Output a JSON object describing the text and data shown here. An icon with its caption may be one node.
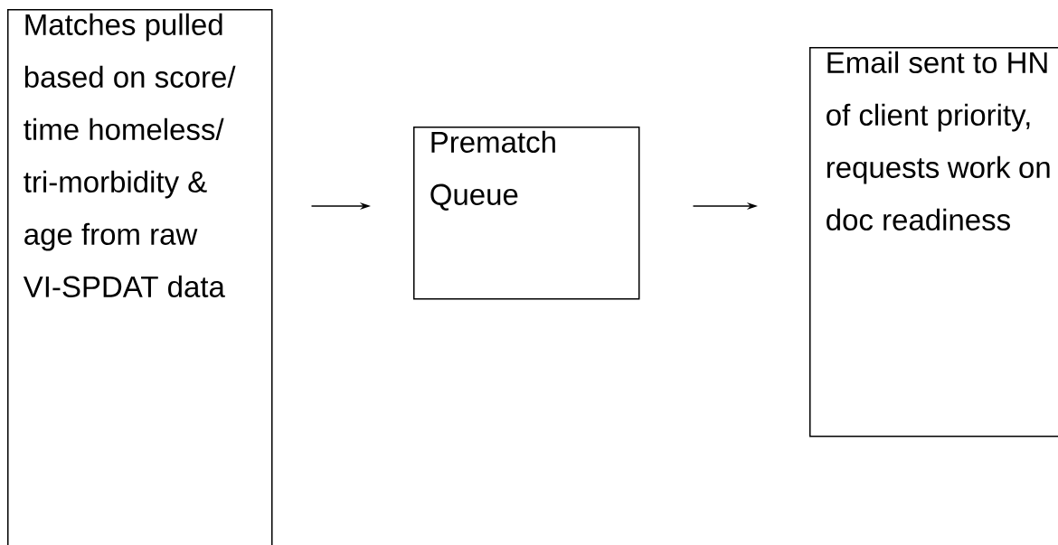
{
  "diagram": {
    "nodes": [
      {
        "text": [
          "Matches pulled based on score/ time homeless/ tri-morbidity & age from raw VI-SPDAT data"
        ]
      },
      {
        "text": [
          "Prematch Queue"
        ]
      },
      {
        "text": [
          "Email sent to HN of client priority, requests work on doc readiness"
        ]
      }
    ],
    "edges": [
      {
        "from": 0,
        "to": 1,
        "arrow": "to"
      },
      {
        "from": 1,
        "to": 2,
        "arrow": "to"
      }
    ]
  }
}
